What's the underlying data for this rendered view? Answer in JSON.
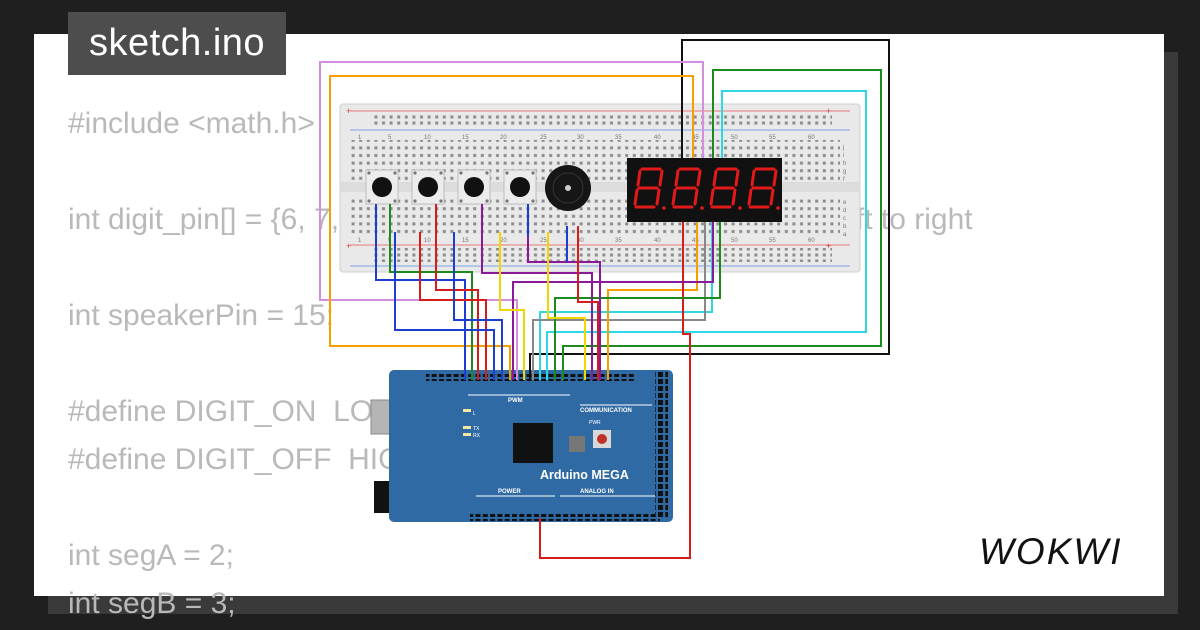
{
  "filename": "sketch.ino",
  "code_lines": [
    "#include <math.h>",
    "",
    "int digit_pin[] = {6, 7, 8, 9}; // PWM Display digit pins from left to right",
    "",
    "int speakerPin = 15;",
    "",
    "#define DIGIT_ON  LOW",
    "#define DIGIT_OFF  HIGH",
    "",
    "int segA = 2;",
    "int segB = 3;"
  ],
  "board": {
    "name": "Arduino MEGA",
    "pwm_label": "PWM",
    "communication_label": "COMMUNICATION",
    "power_label": "POWER",
    "analog_label": "ANALOG IN",
    "led_l": "L",
    "led_tx": "TX",
    "led_rx": "RX",
    "pwr_label": "PWR"
  },
  "breadboard": {
    "column_labels": [
      "1",
      "5",
      "10",
      "15",
      "20",
      "25",
      "30",
      "35",
      "40",
      "45",
      "50",
      "55",
      "60"
    ],
    "row_labels_top": [
      "j",
      "i",
      "h",
      "g",
      "f"
    ],
    "row_labels_bottom": [
      "e",
      "d",
      "c",
      "b",
      "a"
    ],
    "plus": "+",
    "minus": "−"
  },
  "components": {
    "buttons": 4,
    "buzzer": 1,
    "seven_segment_digits": 4
  },
  "logo_text": "WOKWI",
  "colors": {
    "background": "#1f1f1f",
    "card": "#ffffff",
    "tab": "#4d4d4d",
    "board": "#2f6aa5",
    "wire_blue": "#1d3fcf",
    "wire_green": "#1c8a1c",
    "wire_red": "#d71c1c",
    "wire_purple": "#8b1a9a",
    "wire_yellow": "#f2d600",
    "wire_orange": "#f5a000",
    "wire_cyan": "#2fd6e6",
    "wire_violet": "#d48ee0",
    "wire_gray": "#888888",
    "wire_black": "#111111",
    "segment_red": "#e21a1a"
  }
}
